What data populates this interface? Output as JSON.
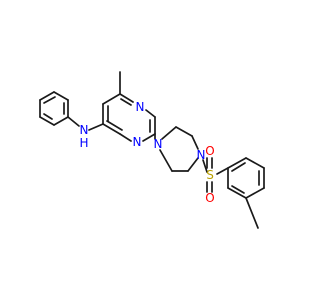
{
  "molecule": {
    "atoms": {
      "n_amine": {
        "label": "N",
        "color": "#0000ff"
      },
      "h_amine": {
        "label": "H",
        "color": "#0000ff"
      },
      "n_pyr_top": {
        "label": "N",
        "color": "#0000ff"
      },
      "n_pyr_bottom": {
        "label": "N",
        "color": "#0000ff"
      },
      "n_pip_left": {
        "label": "N",
        "color": "#0000ff"
      },
      "n_pip_right": {
        "label": "N",
        "color": "#0000ff"
      },
      "s_sulfonyl": {
        "label": "S",
        "color": "#b8a000"
      },
      "o_top": {
        "label": "O",
        "color": "#ff0000"
      },
      "o_bottom": {
        "label": "O",
        "color": "#ff0000"
      }
    },
    "bond_color": "#1a1a1a"
  }
}
